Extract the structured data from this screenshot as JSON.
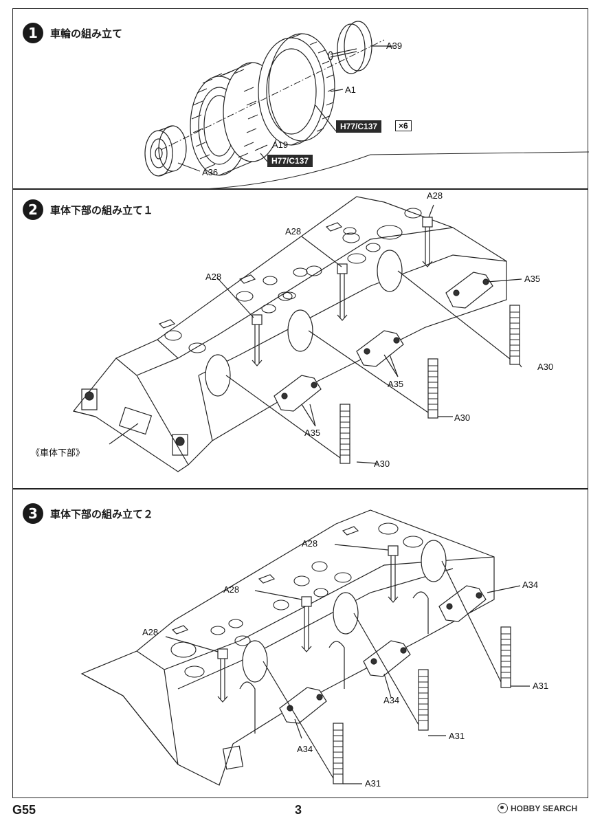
{
  "steps": [
    {
      "number": "1",
      "title": "車輪の組み立て"
    },
    {
      "number": "2",
      "title": "車体下部の組み立て１"
    },
    {
      "number": "3",
      "title": "車体下部の組み立て２"
    }
  ],
  "step1": {
    "labels": {
      "a39": "A39",
      "a1": "A1",
      "a19": "A19",
      "a36": "A36"
    },
    "paint_callouts": {
      "color_code_upper": "H77/C137",
      "color_code_lower": "H77/C137"
    },
    "quantity": "×6"
  },
  "step2": {
    "labels": {
      "a28_left": "A28",
      "a28_mid": "A28",
      "a28_right": "A28",
      "a35_right": "A35",
      "a35_mid": "A35",
      "a35_left": "A35",
      "a30_right": "A30",
      "a30_mid": "A30",
      "a30_left": "A30",
      "lower_hull": "《車体下部》"
    }
  },
  "step3": {
    "labels": {
      "a28_left": "A28",
      "a28_mid": "A28",
      "a28_right": "A28",
      "a34_right": "A34",
      "a34_mid": "A34",
      "a34_left": "A34",
      "a31_right": "A31",
      "a31_mid": "A31",
      "a31_left": "A31"
    }
  },
  "footer": {
    "product_code": "G55",
    "page_number": "3",
    "source_brand": "HOBBY SEARCH"
  }
}
